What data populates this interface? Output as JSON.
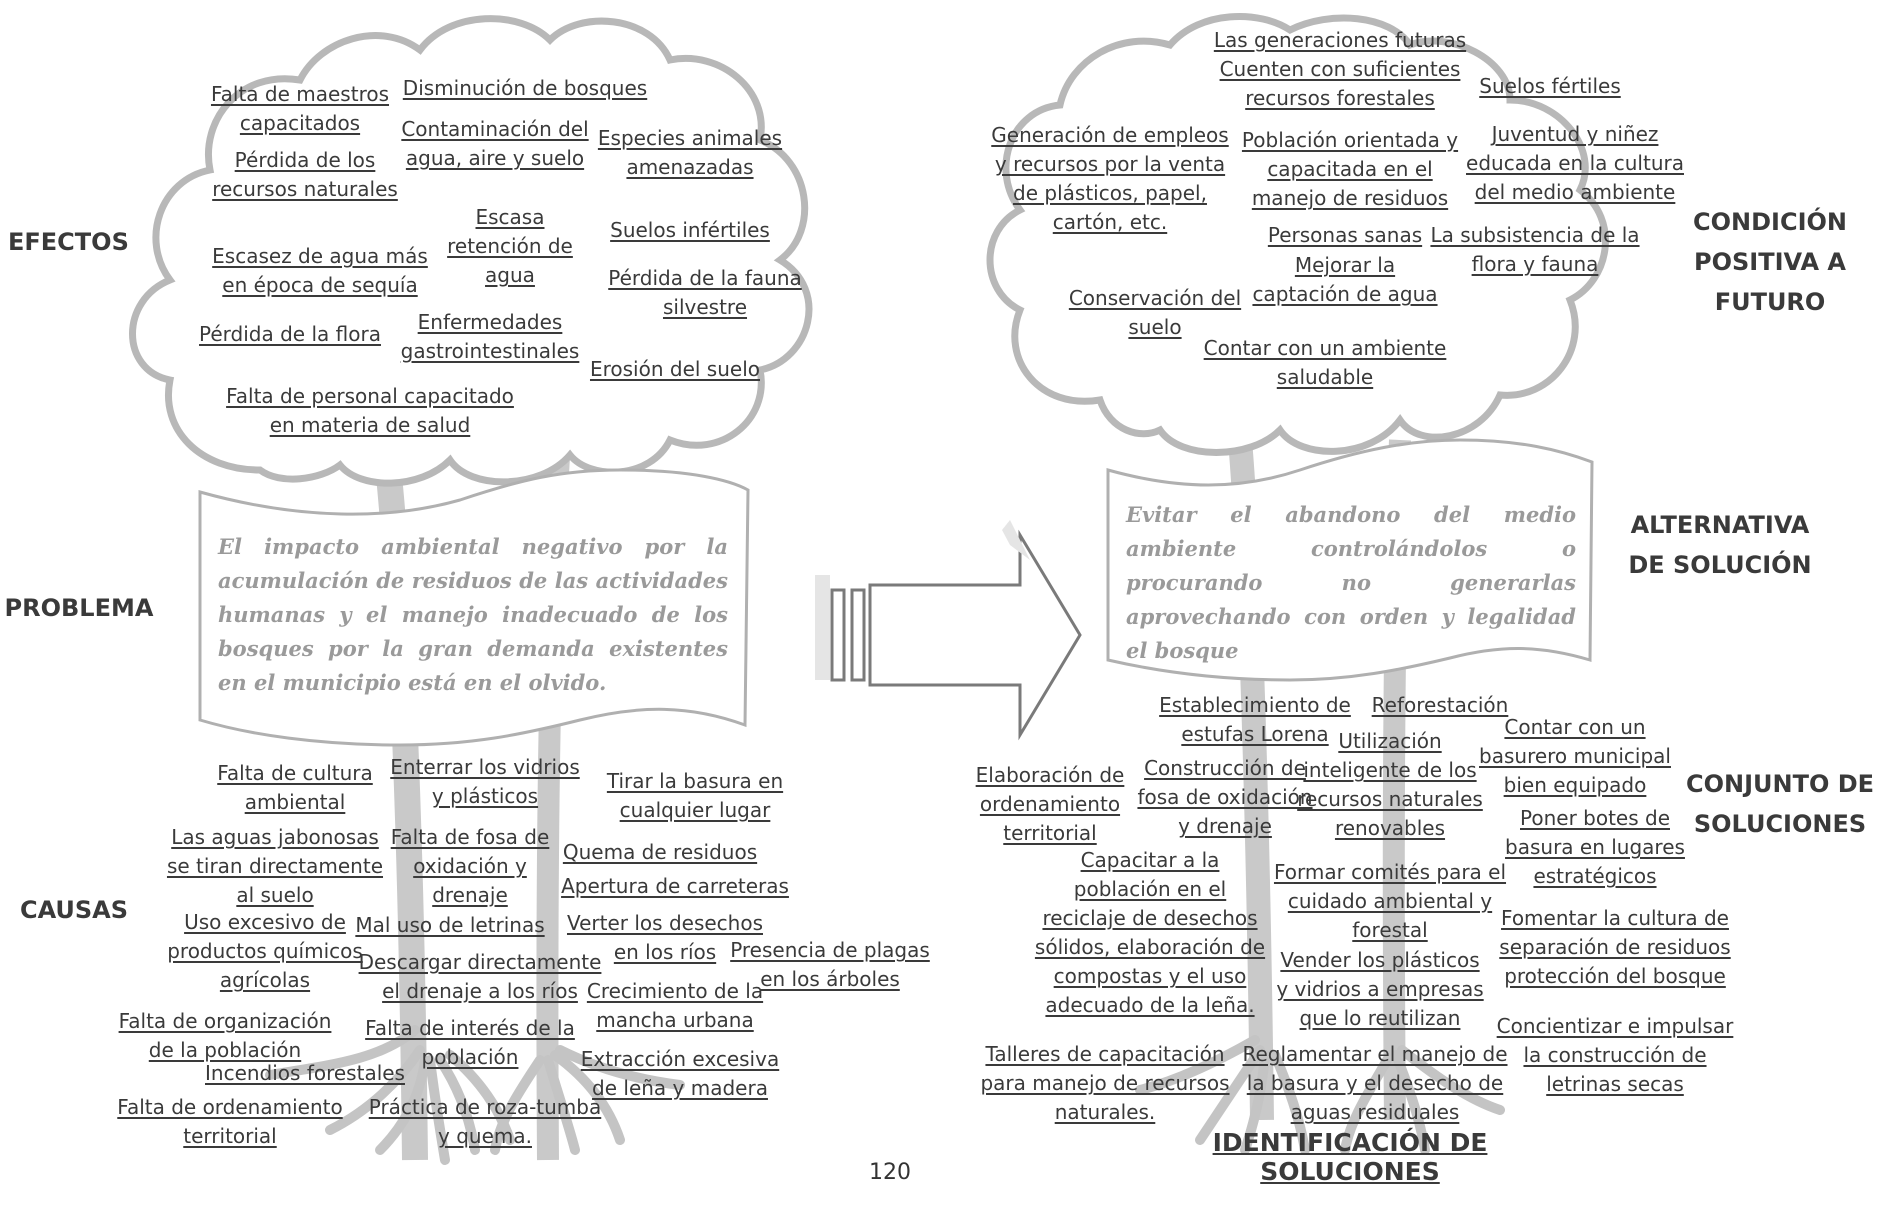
{
  "side_labels": {
    "efectos": "EFECTOS",
    "problema": "PROBLEMA",
    "causas": "CAUSAS",
    "condicion": "CONDICIÓN\nPOSITIVA A FUTURO",
    "alternativa": "ALTERNATIVA\nDE SOLUCIÓN",
    "conjunto": "CONJUNTO DE\nSOLUCIONES"
  },
  "problem_text": "El impacto ambiental negativo por la acumulación de residuos de las actividades humanas y el manejo inadecuado de los bosques por la gran demanda existentes en el municipio está en el olvido.",
  "alternative_text": "Evitar el abandono del medio ambiente controlándolos o procurando no generarlas aprovechando con orden y legalidad el bosque",
  "effects": [
    "Falta de maestros\ncapacitados",
    "Disminución de bosques",
    "Contaminación del\nagua, aire y suelo",
    "Especies animales\namenazadas",
    "Pérdida de los\nrecursos naturales",
    "Escasa\nretención de\nagua",
    "Suelos infértiles",
    "Escasez de agua más\nen época de sequía",
    "Pérdida de la fauna\nsilvestre",
    "Pérdida de la flora",
    "Enfermedades\ngastrointestinales",
    "Erosión del suelo",
    "Falta de personal capacitado\nen materia de salud"
  ],
  "causes": [
    "Falta de cultura\nambiental",
    "Enterrar los vidrios\ny plásticos",
    "Tirar la basura en\ncualquier lugar",
    "Las aguas jabonosas\nse tiran directamente\nal suelo",
    "Falta de fosa de\noxidación y\ndrenaje",
    "Quema de residuos",
    "Apertura de carreteras",
    "Uso excesivo de\nproductos químicos\nagrícolas",
    "Mal uso de letrinas",
    "Verter los desechos\nen los ríos",
    "Presencia de plagas\nen los árboles",
    "Descargar directamente\nel drenaje a los ríos",
    "Crecimiento de la\nmancha urbana",
    "Falta de organización\nde la población",
    "Falta de interés de la\npoblación",
    "Incendios forestales",
    "Extracción excesiva\nde leña y madera",
    "Falta de ordenamiento\nterritorial",
    "Práctica de roza-tumba\ny quema."
  ],
  "future": [
    "Las generaciones futuras\nCuenten con suficientes\nrecursos forestales",
    "Suelos fértiles",
    "Generación de empleos\ny recursos por la venta\nde plásticos, papel,\ncartón, etc.",
    "Población orientada y\ncapacitada en el\nmanejo de residuos",
    "Juventud y niñez\neducada en la cultura\ndel medio ambiente",
    "Personas sanas",
    "La subsistencia de la\nflora y fauna",
    "Mejorar la\ncaptación de agua",
    "Conservación del\nsuelo",
    "Contar con un ambiente\nsaludable"
  ],
  "solutions": [
    "Establecimiento de\nestufas Lorena",
    "Reforestación",
    "Contar con un\nbasurero municipal\nbien equipado",
    "Utilización\ninteligente de los\nrecursos naturales\nrenovables",
    "Elaboración de\nordenamiento\nterritorial",
    "Construcción de\nfosa de oxidación\ny drenaje",
    "Poner botes de\nbasura en lugares\nestratégicos",
    "Capacitar a la\npoblación en el\nreciclaje de desechos\nsólidos, elaboración de\ncompostas y el uso\nadecuado de la leña.",
    "Formar comités para el\ncuidado ambiental y\nforestal",
    "Fomentar la cultura de\nseparación de residuos\nprotección del bosque",
    "Vender los plásticos\ny vidrios a empresas\nque lo reutilizan",
    "Concientizar e impulsar\nla construcción de\nletrinas secas",
    "Talleres de capacitación\npara manejo de recursos\nnaturales.",
    "Reglamentar el manejo de\nla basura y el desecho de\naguas residuales"
  ],
  "bottom_title": "IDENTIFICACIÓN DE SOLUCIONES",
  "page_number": "120"
}
